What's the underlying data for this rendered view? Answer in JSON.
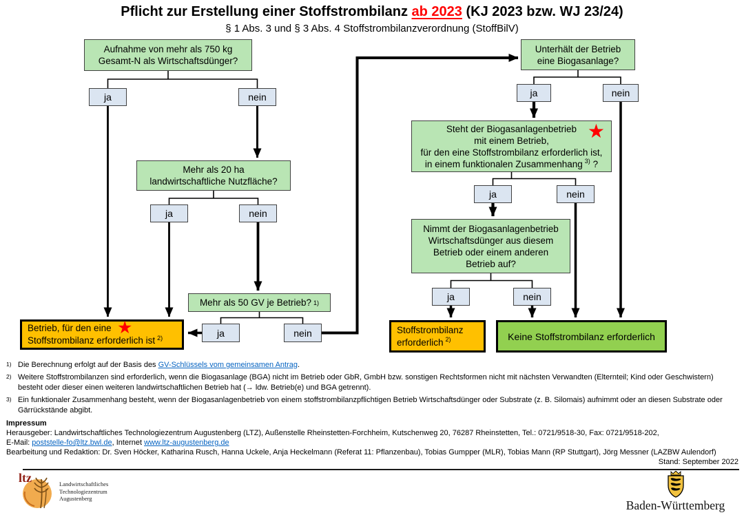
{
  "title": {
    "prefix": "Pflicht zur Erstellung einer Stoffstrombilanz ",
    "highlight": "ab 2023",
    "suffix": " (KJ 2023 bzw. WJ 23/24)",
    "subtitle": "§ 1 Abs. 3 und § 3 Abs. 4 Stoffstrombilanzverordnung (StoffBilV)"
  },
  "flow": {
    "yes": "ja",
    "no": "nein",
    "q_aufnahme": {
      "text": "Aufnahme von mehr als 750 kg\nGesamt-N als Wirtschaftsdünger?"
    },
    "q_flaeche": {
      "text": "Mehr als 20 ha\nlandwirtschaftliche Nutzfläche?"
    },
    "q_gv": {
      "text": "Mehr als 50 GV je Betrieb?",
      "sup": "1)"
    },
    "q_biogas": {
      "text": "Unterhält der Betrieb\neine Biogasanlage?"
    },
    "q_zusammenhang": {
      "text": "Steht der Biogasanlagenbetrieb\nmit einem Betrieb,\nfür den eine Stoffstrombilanz erforderlich ist,\nin einem funktionalen Zusammenhang",
      "sup": "3)",
      "tail": " ?"
    },
    "q_wirtschaftsduenger": {
      "text": "Nimmt der Biogasanlagenbetrieb\nWirtschaftsdünger aus diesem\nBetrieb oder einem anderen\nBetrieb auf?"
    },
    "result_betrieb": {
      "text": "Betrieb, für den eine\nStoffstrombilanz erforderlich ist",
      "sup": "2)"
    },
    "result_bilanz": {
      "text": "Stoffstrombilanz\nerforderlich",
      "sup": "2)"
    },
    "result_keine": {
      "text": "Keine Stoffstrombilanz erforderlich"
    }
  },
  "icons": {
    "star": "★"
  },
  "footnotes": [
    {
      "marker": "1)",
      "pre": "Die Berechnung erfolgt auf der Basis des ",
      "link": "GV-Schlüssels vom gemeinsamen Antrag",
      "post": "."
    },
    {
      "marker": "2)",
      "text": "Weitere Stoffstrombilanzen sind erforderlich, wenn die Biogasanlage (BGA) nicht im Betrieb oder GbR, GmbH bzw. sonstigen Rechtsformen nicht mit nächsten Verwandten (Elternteil; Kind oder Geschwistern) besteht oder dieser einen weiteren landwirtschaftlichen Betrieb hat (→ ldw. Betrieb(e) und BGA getrennt)."
    },
    {
      "marker": "3)",
      "text": "Ein funktionaler Zusammenhang besteht, wenn der Biogasanlagenbetrieb von einem stoffstrombilanzpflichtigen Betrieb Wirtschaftsdünger oder Substrate (z. B. Silomais) aufnimmt oder an diesen Substrate oder Gärrückstände abgibt."
    }
  ],
  "impressum": {
    "heading": "Impressum",
    "publisher": "Herausgeber: Landwirtschaftliches Technologiezentrum Augustenberg (LTZ), Außenstelle Rheinstetten-Forchheim, Kutschenweg 20, 76287 Rheinstetten, Tel.: 0721/9518-30, Fax: 0721/9518-202,",
    "email_label": "E-Mail: ",
    "email_link": "poststelle-fo@ltz.bwl.de",
    "internet_label": ", Internet ",
    "internet_link": "www.ltz-augustenberg.de",
    "redaktion": "Bearbeitung und Redaktion: Dr. Sven Höcker, Katharina Rusch, Hanna Uckele, Anja Heckelmann (Referat 11: Pflanzenbau), Tobias Gumpper (MLR), Tobias Mann (RP Stuttgart), Jörg Messner (LAZBW Aulendorf)",
    "stand": "Stand: September 2022"
  },
  "logos": {
    "ltz": {
      "abbr": "ltz",
      "line1": "Landwirtschaftliches",
      "line2": "Technologiezentrum",
      "line3": "Augustenberg"
    },
    "bw": {
      "label": "Baden-Württemberg"
    }
  },
  "colors": {
    "question_fill": "#b9e5b4",
    "answer_fill": "#dbe5f1",
    "orange_fill": "#ffc000",
    "result_green_fill": "#92d050",
    "title_accent": "#ff0000",
    "link_color": "#0563c1",
    "star_color": "#ff0000"
  }
}
